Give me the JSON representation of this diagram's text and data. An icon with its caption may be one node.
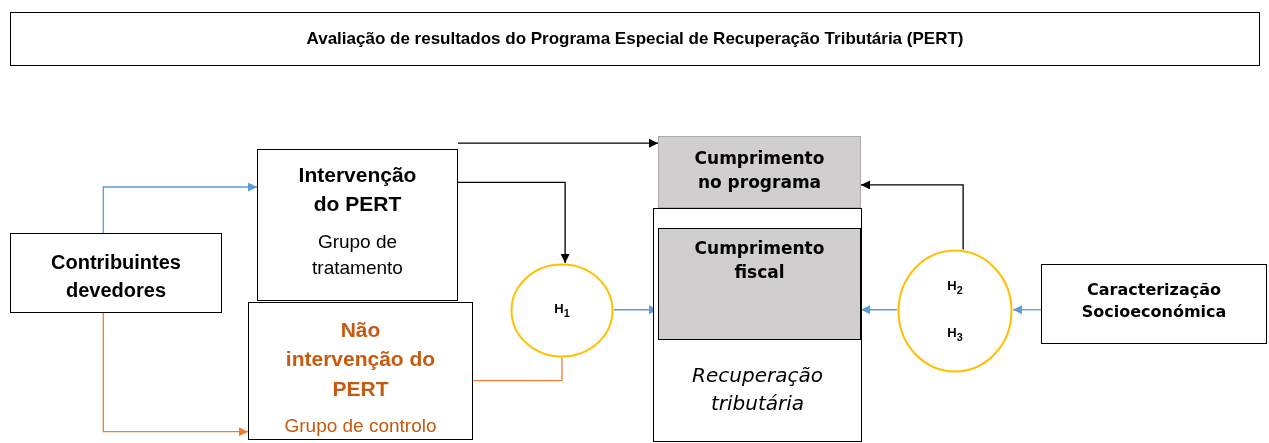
{
  "diagram": {
    "title": "Avaliação de resultados do Programa Especial de Recuperação Tributária (PERT)",
    "nodes": [
      {
        "text": [
          "Contribuintes devedores"
        ]
      },
      {
        "text": [
          "Intervenção do PERT",
          "Grupo de tratamento"
        ]
      },
      {
        "text": [
          "Não intervenção do PERT",
          "Grupo de controlo"
        ]
      },
      {
        "text": [
          "H$_{1}$"
        ]
      },
      {
        "text": [
          "Cumprimento no programa"
        ]
      },
      {
        "text": [
          "Recuperação tributária"
        ]
      },
      {
        "text": [
          "Cumprimento fiscal"
        ],
        "in": 5
      },
      {
        "text": [
          "H$_{2}$",
          "H$_{3}$"
        ]
      },
      {
        "text": [
          "Caracterização Socioeconómica"
        ]
      }
    ],
    "edges": [
      {
        "from": 0,
        "to": 1,
        "arrow": "to"
      },
      {
        "from": 0,
        "to": 2,
        "arrow": "to",
        "color": "#ed7d31"
      },
      {
        "from": 1,
        "to": 4,
        "arrow": "to",
        "color": "#000000"
      },
      {
        "from": 1,
        "to": 3,
        "arrow": "to",
        "color": "#000000"
      },
      {
        "from": 2,
        "to": 3,
        "arrow": "none",
        "color": "#ed7d31"
      },
      {
        "from": 3,
        "to": 6,
        "arrow": "to"
      },
      {
        "from": 7,
        "to": 6,
        "arrow": "to"
      },
      {
        "from": 8,
        "to": 7,
        "arrow": "to"
      },
      {
        "from": 7,
        "to": 4,
        "arrow": "to",
        "color": "#000000"
      }
    ]
  }
}
